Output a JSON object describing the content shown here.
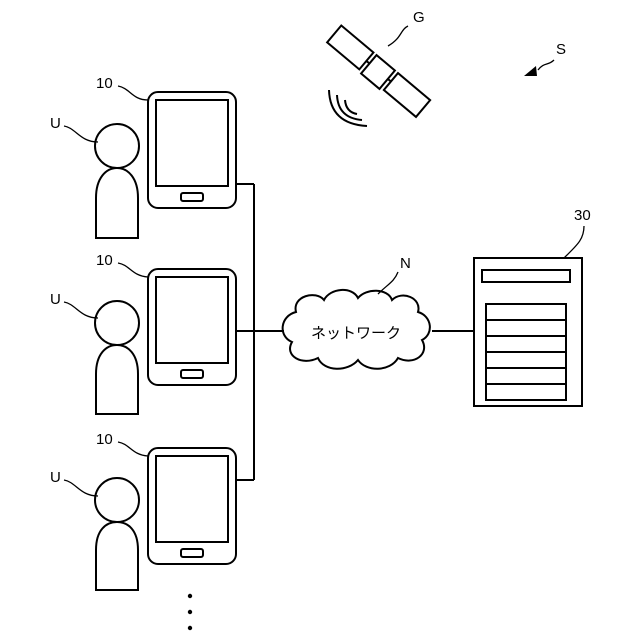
{
  "labels": {
    "system": "S",
    "satellite": "G",
    "terminal": "10",
    "user": "U",
    "network_ref": "N",
    "network_text": "ネットワーク",
    "server": "30",
    "more": "⋮"
  }
}
